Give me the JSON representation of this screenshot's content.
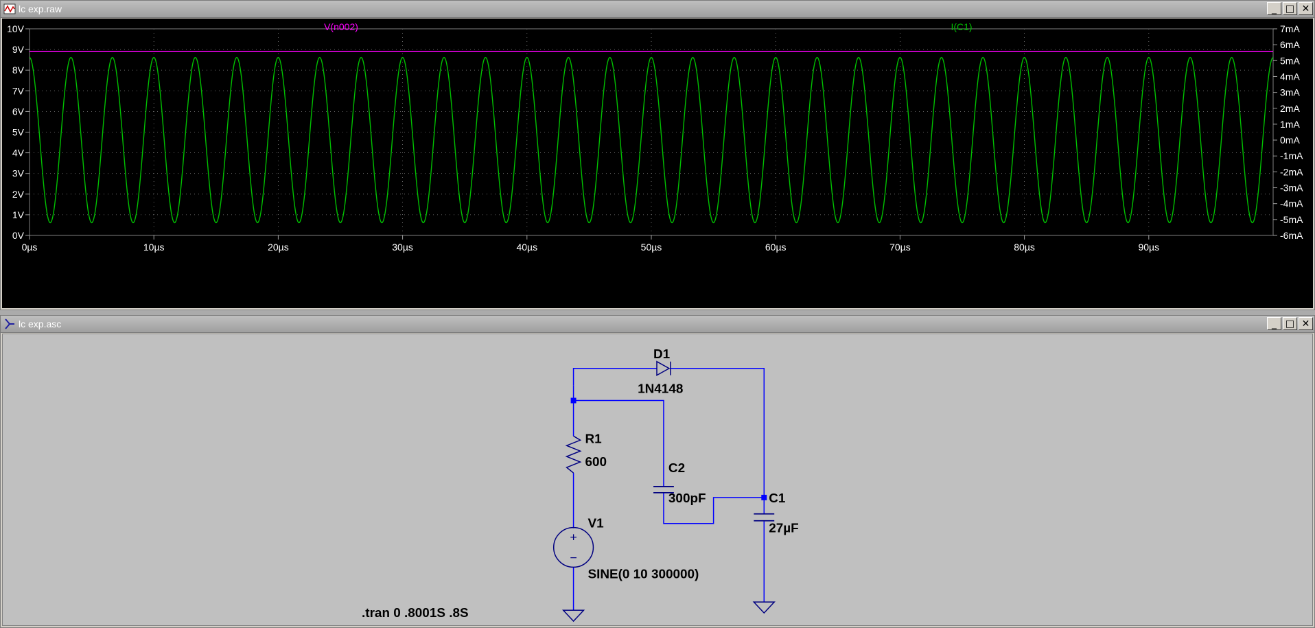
{
  "waveform_window": {
    "title": "lc exp.raw",
    "buttons": {
      "minimize": "_",
      "maximize": "□",
      "close": "✕"
    }
  },
  "schematic_window": {
    "title": "lc exp.asc",
    "buttons": {
      "minimize": "_",
      "maximize": "□",
      "close": "✕"
    }
  },
  "chart_data": {
    "type": "line",
    "x_ticks": [
      "0µs",
      "10µs",
      "20µs",
      "30µs",
      "40µs",
      "50µs",
      "60µs",
      "70µs",
      "80µs",
      "90µs"
    ],
    "y_left_ticks": [
      "0V",
      "1V",
      "2V",
      "3V",
      "4V",
      "5V",
      "6V",
      "7V",
      "8V",
      "9V",
      "10V"
    ],
    "y_right_ticks": [
      "-6mA",
      "-5mA",
      "-4mA",
      "-3mA",
      "-2mA",
      "-1mA",
      "0mA",
      "1mA",
      "2mA",
      "3mA",
      "4mA",
      "5mA",
      "6mA",
      "7mA"
    ],
    "xlim": [
      0,
      100
    ],
    "ylim_left": [
      0,
      10
    ],
    "ylim_right": [
      -6,
      7
    ],
    "grid": true,
    "series": [
      {
        "name": "V(n002)",
        "axis": "left",
        "color": "#ff00ff",
        "constant": 8.9
      },
      {
        "name": "I(C1)",
        "axis": "right",
        "color": "#00c000",
        "amplitude": 5.2,
        "frequency_mhz": 0.3,
        "peak_at_t0": true
      }
    ]
  },
  "schematic": {
    "diode": {
      "ref": "D1",
      "value": "1N4148"
    },
    "resistor": {
      "ref": "R1",
      "value": "600"
    },
    "cap2": {
      "ref": "C2",
      "value": "300pF"
    },
    "cap1": {
      "ref": "C1",
      "value": "27µF"
    },
    "source": {
      "ref": "V1",
      "value": "SINE(0 10 300000)",
      "plus": "+",
      "minus": "−"
    },
    "directive": ".tran 0 .8001S .8S",
    "wire_color": "#0000ff"
  }
}
